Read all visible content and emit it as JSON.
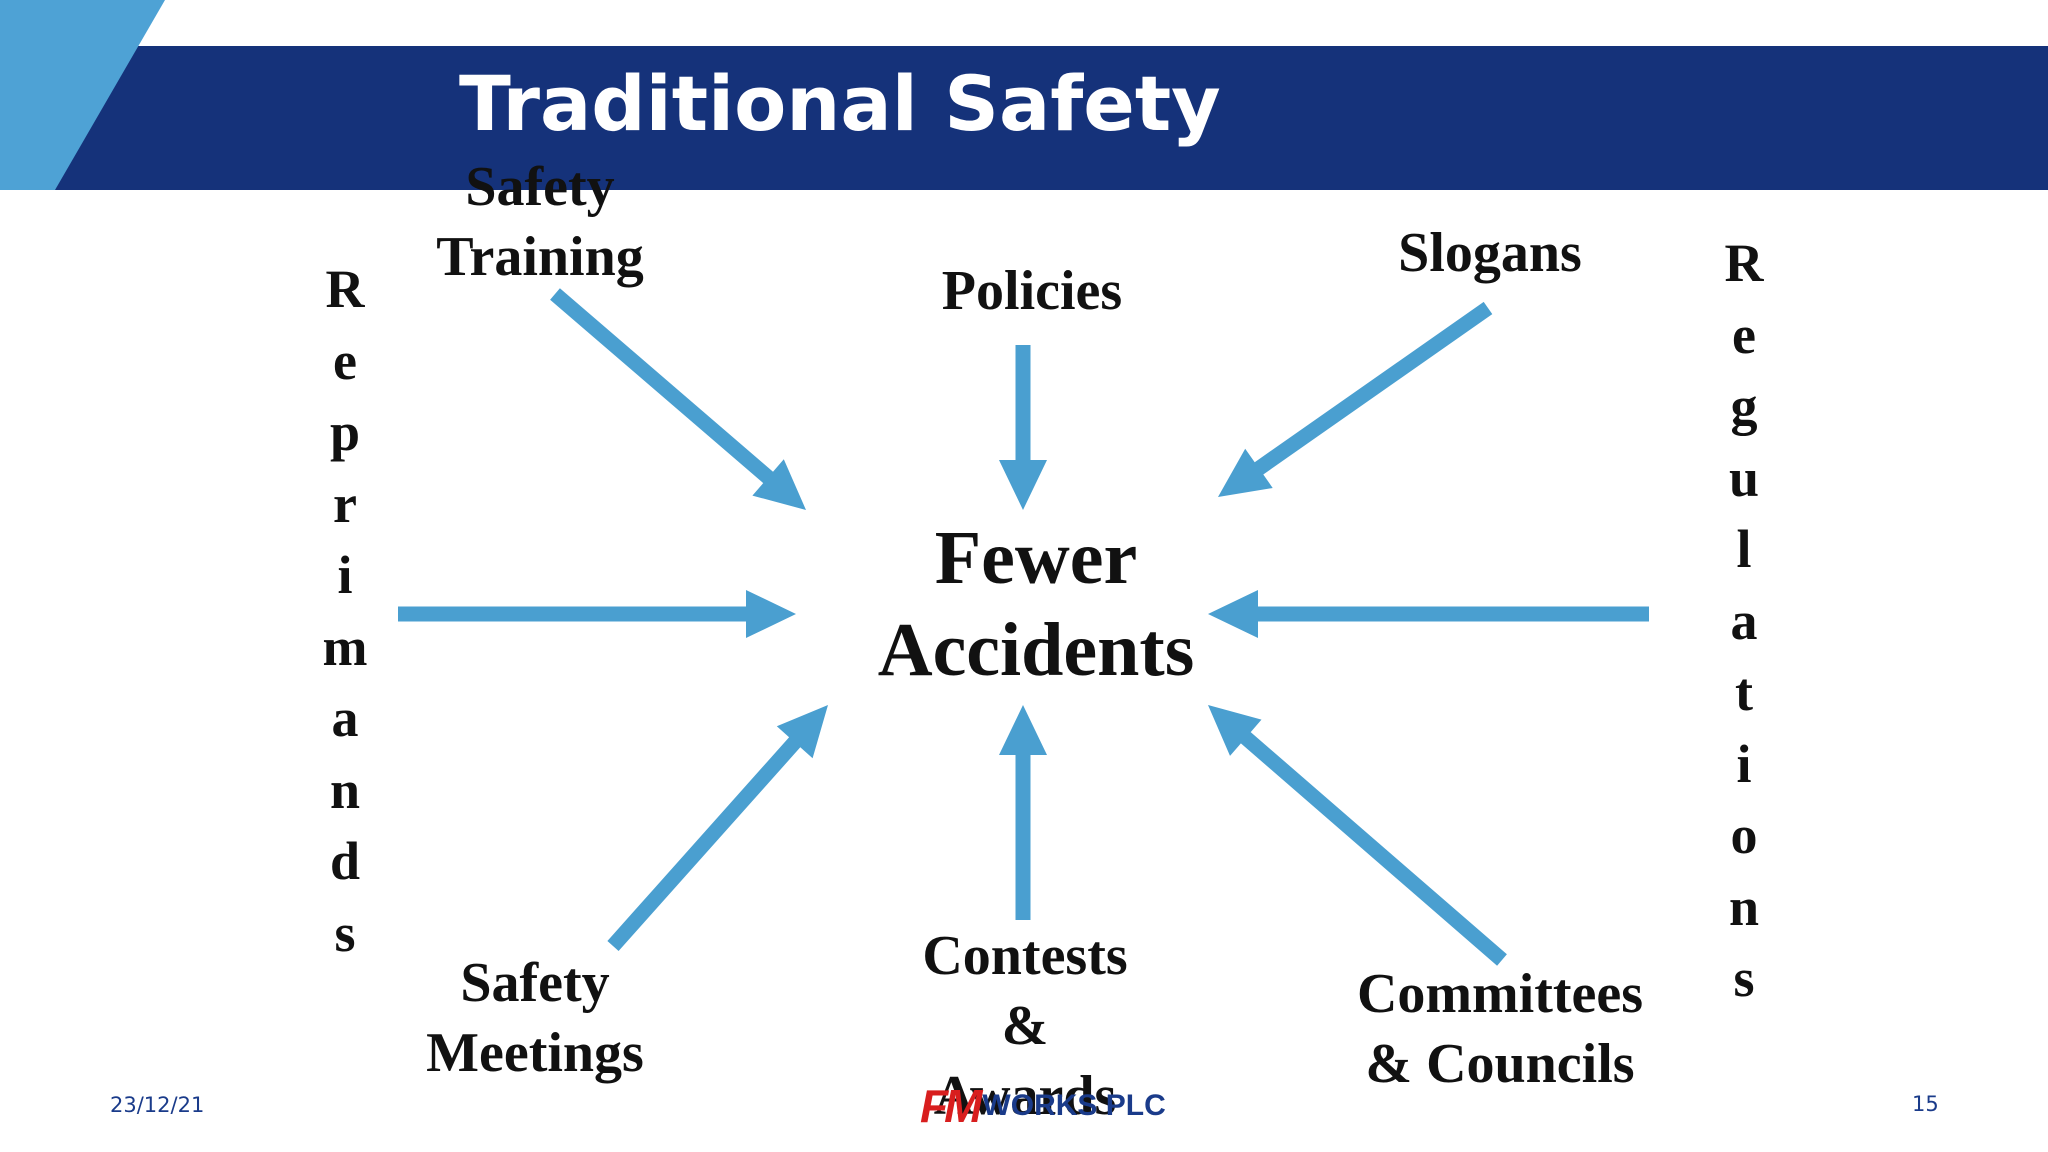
{
  "slide": {
    "title": "Traditional Safety",
    "footer": {
      "date": "23/12/21",
      "page_number": "15",
      "logo_text": "FM WORKS PLC"
    },
    "colors": {
      "header_band": "#15327a",
      "header_accent": "#4ea2d5",
      "arrow": "#4a9fd0",
      "text": "#111111"
    }
  },
  "diagram": {
    "center": [
      "Fewer",
      "Accidents"
    ],
    "inputs": {
      "safety_training": [
        "Safety",
        "Training"
      ],
      "policies": [
        "Policies"
      ],
      "slogans": [
        "Slogans"
      ],
      "reprimands": "Reprimands",
      "regulations": "Regulations",
      "safety_meetings": [
        "Safety",
        "Meetings"
      ],
      "contests_awards": [
        "Contests",
        "&",
        "Awards"
      ],
      "committees_councils": [
        "Committees",
        "& Councils"
      ]
    },
    "edges": [
      {
        "from": "Safety Training",
        "to": "Fewer Accidents"
      },
      {
        "from": "Policies",
        "to": "Fewer Accidents"
      },
      {
        "from": "Slogans",
        "to": "Fewer Accidents"
      },
      {
        "from": "Reprimands",
        "to": "Fewer Accidents"
      },
      {
        "from": "Regulations",
        "to": "Fewer Accidents"
      },
      {
        "from": "Safety Meetings",
        "to": "Fewer Accidents"
      },
      {
        "from": "Contests & Awards",
        "to": "Fewer Accidents"
      },
      {
        "from": "Committees & Councils",
        "to": "Fewer Accidents"
      }
    ]
  }
}
